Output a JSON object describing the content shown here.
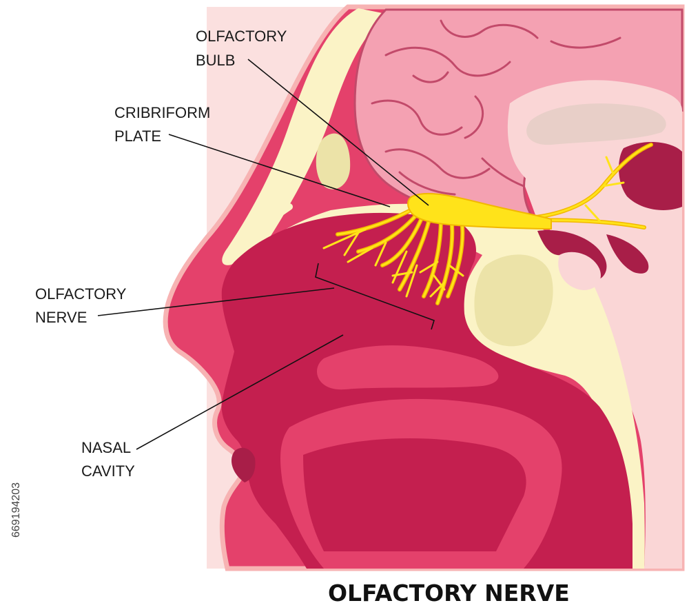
{
  "labels": {
    "olfactory_bulb": [
      "OLFACTORY",
      "BULB"
    ],
    "cribriform_plate": [
      "CRIBRIFORM",
      "PLATE"
    ],
    "olfactory_nerve": [
      "OLFACTORY",
      "NERVE"
    ],
    "nasal_cavity": [
      "NASAL",
      "CAVITY"
    ]
  },
  "title": "OLFACTORY NERVE",
  "side_code": "669194203",
  "colors": {
    "skin": "#e4416b",
    "skin_outline": "#f7b3b3",
    "cavity_dark": "#c41f4f",
    "cavity_mid": "#a81e48",
    "bone": "#fbf3c6",
    "bone_shadow": "#ece3a8",
    "brain": "#f4a1b2",
    "brain_fold": "#c24a6a",
    "brain_inner": "#fad6d6",
    "nerve": "#ffe31a",
    "nerve_outline": "#f2b800"
  }
}
